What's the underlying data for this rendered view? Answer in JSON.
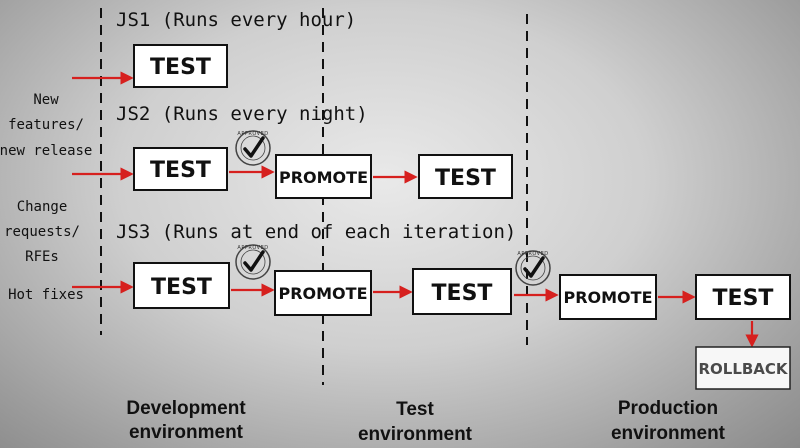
{
  "jobs": {
    "js1": "JS1 (Runs every hour)",
    "js2": "JS2 (Runs every night)",
    "js3": "JS3 (Runs at end of each iteration)"
  },
  "inputs": {
    "new_features_1": "New",
    "new_features_2": "features/",
    "new_features_3": "new release",
    "change_1": "Change",
    "change_2": "requests/",
    "change_3": "RFEs",
    "hotfixes": "Hot fixes"
  },
  "boxes": {
    "test": "TEST",
    "promote": "PROMOTE",
    "rollback": "ROLLBACK"
  },
  "stamp": {
    "top": "APPROVED",
    "bottom": "APPROVED"
  },
  "environments": {
    "dev_1": "Development",
    "dev_2": "environment",
    "test_1": "Test",
    "test_2": "environment",
    "prod_1": "Production",
    "prod_2": "environment"
  },
  "colors": {
    "arrow": "#d6201e",
    "box_fill": "#ffffff",
    "ink": "#111111"
  }
}
